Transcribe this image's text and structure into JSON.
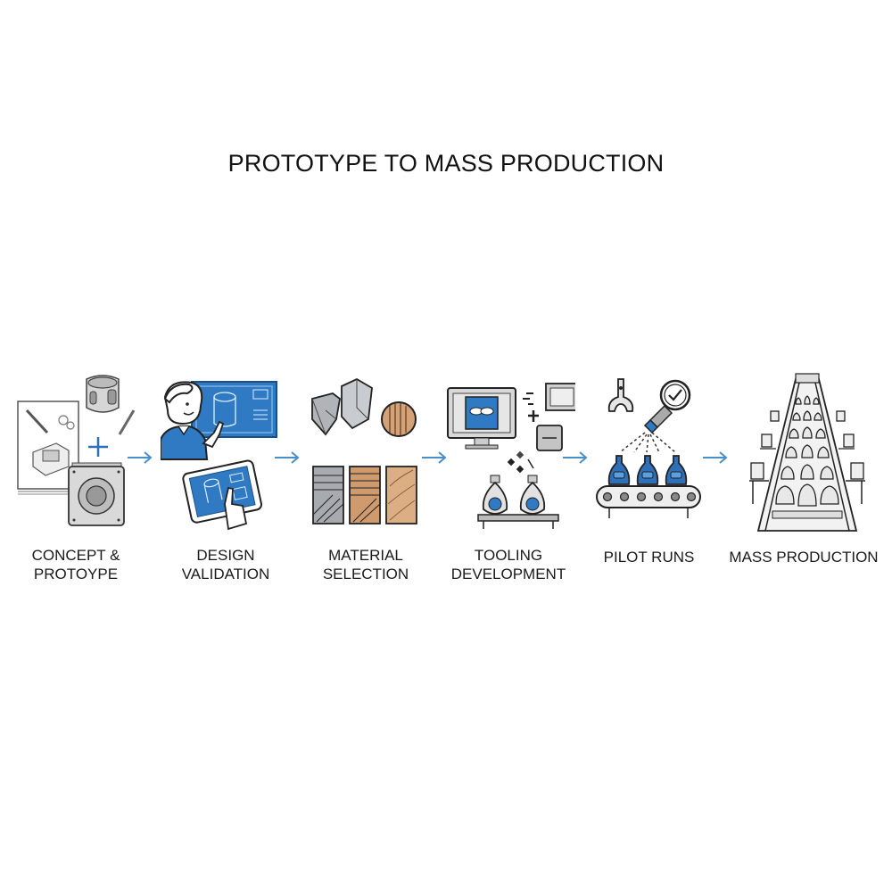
{
  "title": "PROTOTYPE TO MASS PRODUCTION",
  "colors": {
    "accent_blue": "#2f6fb7",
    "arrow_blue": "#4a8ec6",
    "line_dark": "#222222",
    "metal_gray": "#b9bcc0",
    "wood_tan": "#d4a276",
    "text": "#111111"
  },
  "stages": [
    {
      "line1": "CONCEPT &",
      "line2": "PROTOYPE",
      "icon": "sketch-and-3d-print-icon"
    },
    {
      "line1": "DESIGN",
      "line2": "VALIDATION",
      "icon": "engineer-blueprint-tablet-icon"
    },
    {
      "line1": "MATERIAL",
      "line2": "SELECTION",
      "icon": "material-samples-icon"
    },
    {
      "line1": "TOOLING",
      "line2": "DEVELOPMENT",
      "icon": "cad-monitor-mold-icon"
    },
    {
      "line1": "PILOT RUNS",
      "line2": "",
      "icon": "conveyor-inspection-icon"
    },
    {
      "line1": "MASS PRODUCTION",
      "line2": "",
      "icon": "production-line-icon"
    }
  ],
  "arrows": [
    "right-arrow",
    "right-arrow",
    "right-arrow",
    "right-arrow",
    "right-arrow"
  ]
}
